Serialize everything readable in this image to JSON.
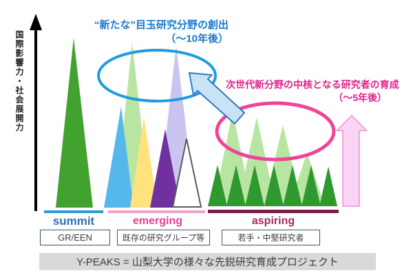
{
  "axis": {
    "label": "国際影響力・社会展開力"
  },
  "annotations": {
    "blue": {
      "line1": "“新たな”目玉研究分野の創出",
      "line2": "（～10年後）",
      "color": "#1E78CD"
    },
    "pink": {
      "line1": "次世代新分野の中核となる研究者の育成",
      "line2": "（～5年後）",
      "color": "#E2208A"
    }
  },
  "sections": {
    "summit": {
      "label": "summit",
      "label_color": "#2B6FB4",
      "underline_color": "#299CD4",
      "box_label": "GR/EEN"
    },
    "emerging": {
      "label": "emerging",
      "label_color": "#E84096",
      "underline_color": "#E9A4C8",
      "box_label": "既存の研究グループ等"
    },
    "aspiring": {
      "label": "aspiring",
      "label_color": "#9E2D5E",
      "underline_color": "#7D1A4B",
      "box_label": "若手・中堅研究者"
    }
  },
  "footer": {
    "text": "Y-PEAKS = 山梨大学の様々な先鋭研究育成プロジェクト",
    "bg": "#D9D9D9",
    "text_color": "#3B3B3B"
  },
  "colors": {
    "axis": "#000000",
    "axis_text": "#222222",
    "summit_green": "#42A22F",
    "em_light_green": "#B9E5A3",
    "em_lavender": "#C9C5F0",
    "em_blue": "#55B7EA",
    "em_yellow": "#FFE27C",
    "em_purple": "#7030A0",
    "em_white_fill": "#FFFFFF",
    "em_white_stroke": "#595959",
    "asp_light_green": "#B9E5A3",
    "asp_dark_green": "#2F9930",
    "ellipse_blue": "#1E9BE2",
    "ellipse_pink": "#F0439A",
    "arrow_blue_fill": "#C9E3F6",
    "arrow_blue_stroke": "#2E79C0",
    "arrow_pink_fill": "#FAD4F4",
    "arrow_pink_stroke": "#EE8FD2",
    "box_border": "#33566B",
    "box_text": "#3B3B3B"
  }
}
